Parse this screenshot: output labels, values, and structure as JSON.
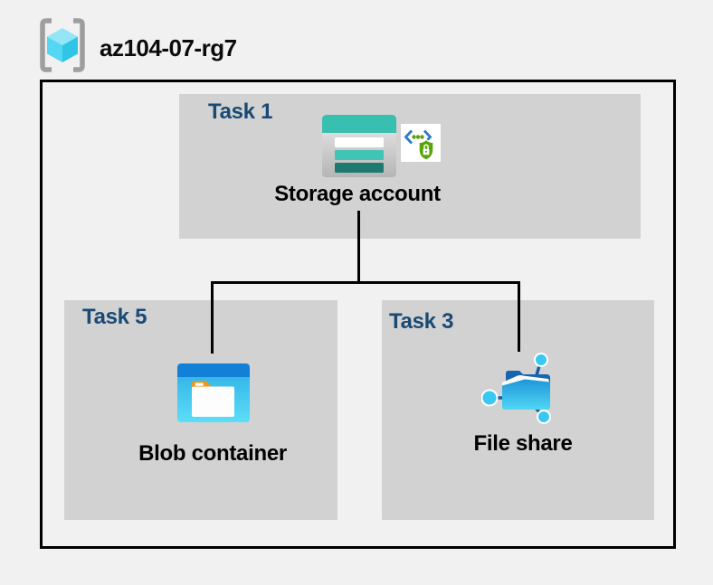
{
  "resource_group": {
    "name": "az104-07-rg7",
    "icon": "resource-group-icon"
  },
  "diagram": {
    "type": "azure-resource-group-diagram",
    "nodes": [
      {
        "task": "Task 1",
        "label": "Storage account",
        "icons": [
          "storage-account-icon",
          "secure-access-icon"
        ]
      },
      {
        "task": "Task 5",
        "label": "Blob container",
        "icons": [
          "blob-container-icon"
        ]
      },
      {
        "task": "Task 3",
        "label": "File share",
        "icons": [
          "file-share-icon"
        ]
      }
    ],
    "edges": [
      {
        "from": "Storage account",
        "to": "Blob container"
      },
      {
        "from": "Storage account",
        "to": "File share"
      }
    ]
  },
  "colors": {
    "background": "#f2f1f1",
    "task_box_fill": "#d2d2d2",
    "task_label": "#1a4a74",
    "node_label": "#000000",
    "boundary_border": "#000000",
    "connector": "#000000",
    "rg_bracket_gray": "#9e9e9e",
    "rg_cube_cyan": "#54d7f2",
    "storage_teal": "#39bfb0",
    "storage_teal_dark": "#1e7971",
    "blob_band_blue": "#1380d7",
    "blob_body_cyan": "#41c8ef",
    "blob_tab_orange": "#f0941c",
    "fileshare_navy": "#1566ae",
    "fileshare_body_blue": "#2aa7e0",
    "fileshare_dot_cyan": "#38c8f1",
    "secure_green": "#5aa30a",
    "secure_bracket_blue": "#2e79cc"
  }
}
